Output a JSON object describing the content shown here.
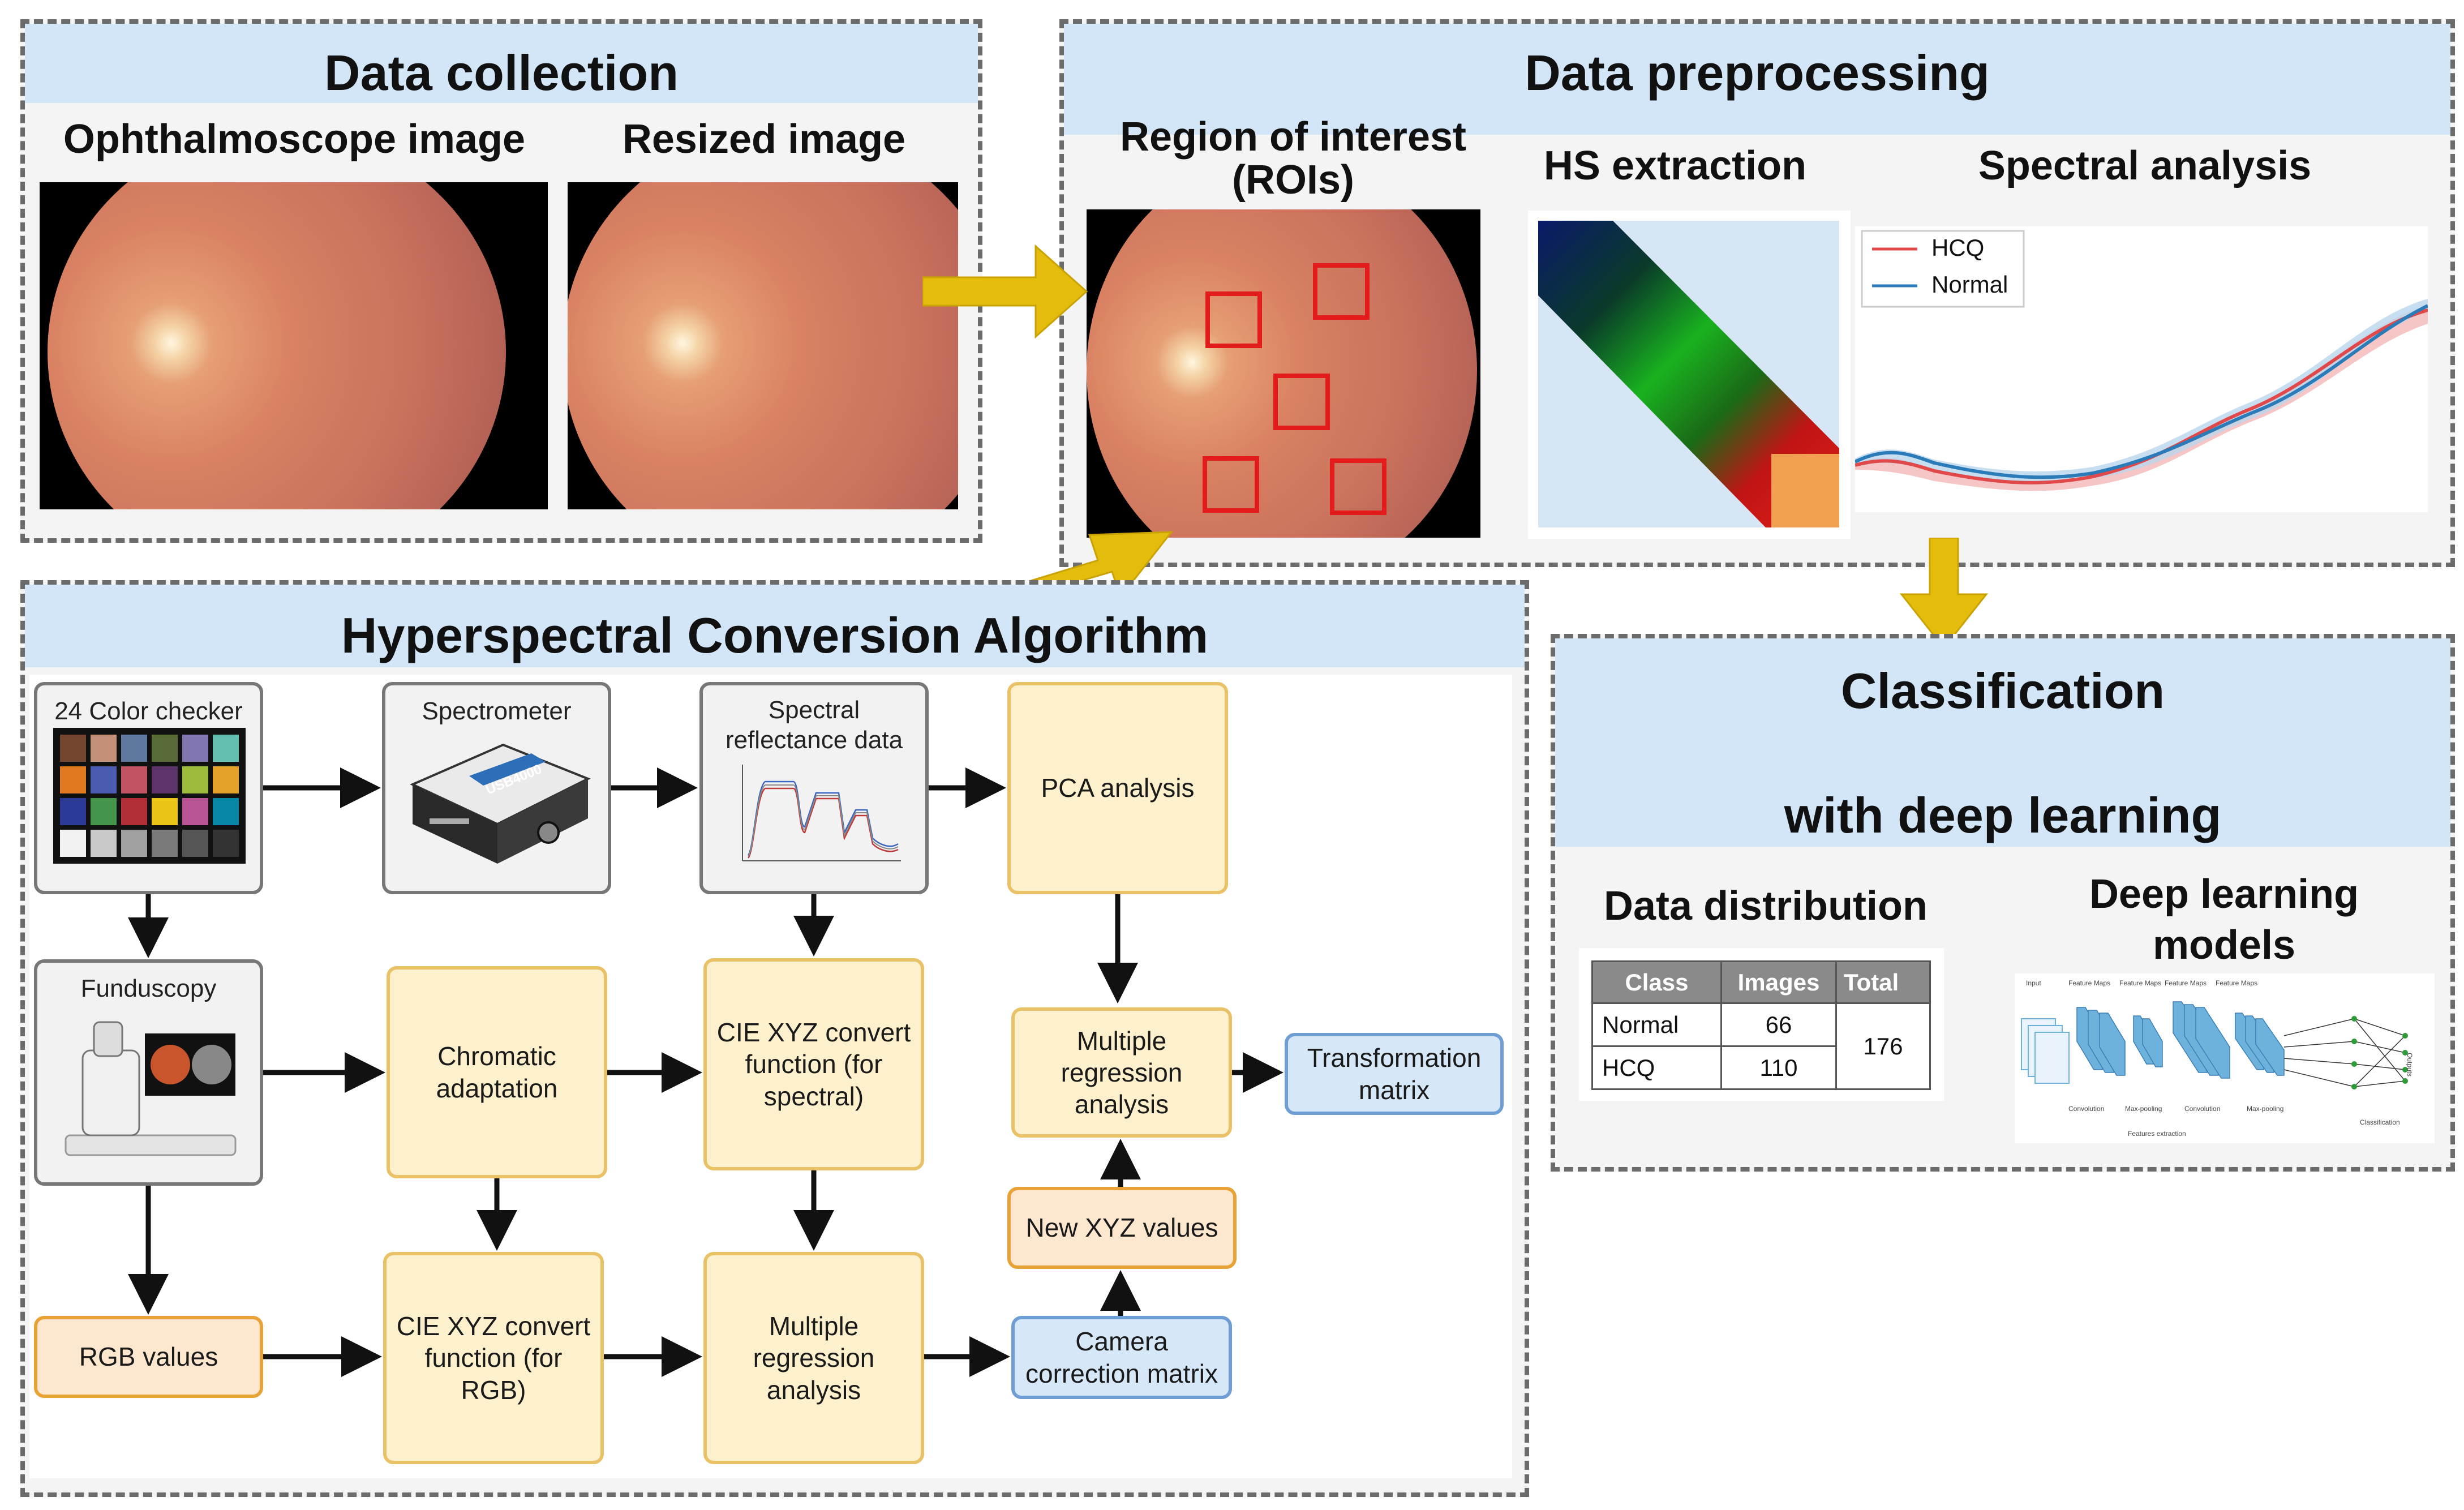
{
  "data_collection": {
    "title": "Data collection",
    "ophthalmoscope_label": "Ophthalmoscope image",
    "resized_label": "Resized image"
  },
  "data_preprocessing": {
    "title": "Data preprocessing",
    "roi_label": "Region of interest (ROIs)",
    "hs_label": "HS extraction",
    "spectral_label": "Spectral analysis",
    "legend": [
      "HCQ",
      "Normal"
    ],
    "colors": {
      "hcq": "#e0484a",
      "normal": "#2b7bb9"
    }
  },
  "algorithm": {
    "title": "Hyperspectral Conversion Algorithm",
    "color_checker": "24 Color checker",
    "spectrometer": "Spectrometer",
    "spectrometer_brand": "USB4000",
    "spectral_data": "Spectral reflectance data",
    "pca": "PCA analysis",
    "funduscopy": "Funduscopy",
    "chromatic": "Chromatic adaptation",
    "cie_spectral": "CIE XYZ convert function (for spectral)",
    "mult_reg_top": "Multiple regression analysis",
    "transformation": "Transformation matrix",
    "new_xyz": "New XYZ values",
    "rgb_values": "RGB values",
    "cie_rgb": "CIE XYZ convert function (for RGB)",
    "mult_reg_bottom": "Multiple regression analysis",
    "camera_correction": "Camera correction matrix"
  },
  "classification": {
    "title_line1": "Classification",
    "title_line2": "with deep learning",
    "distribution_label": "Data distribution",
    "models_label": "Deep learning models",
    "table": {
      "headers": [
        "Class",
        "Images",
        "Total"
      ],
      "rows": [
        {
          "class": "Normal",
          "images": "66"
        },
        {
          "class": "HCQ",
          "images": "110"
        }
      ],
      "total": "176"
    },
    "cnn": {
      "feature_labels": [
        "Input",
        "Feature Maps",
        "Feature Maps",
        "Feature Maps",
        "Feature Maps"
      ],
      "stage_labels": [
        "Convolution",
        "Max-pooling",
        "Convolution",
        "Max-pooling"
      ],
      "extraction_label": "Features extraction",
      "classification_label": "Classification",
      "output_label": "Outputs"
    }
  }
}
